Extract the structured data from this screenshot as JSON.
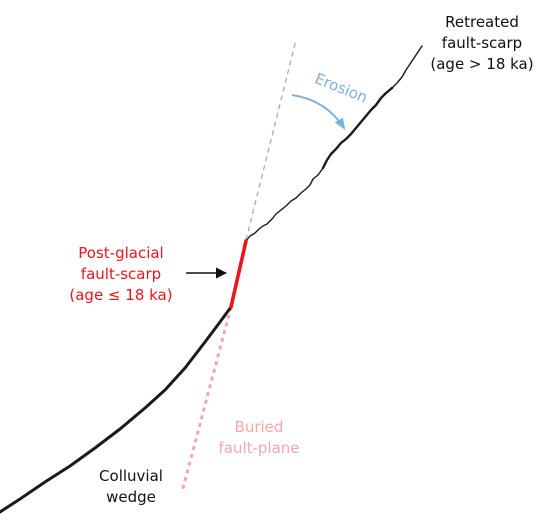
{
  "colors": {
    "fault_scarp": "#e8181c",
    "buried_plane": "#f5a8a8",
    "erosion": "#7fb2d9",
    "ground": "#1a1a1a",
    "projection": "#aaaaaa",
    "text": "#111111"
  },
  "labels": {
    "retreated": {
      "line1": "Retreated",
      "line2": "fault-scarp",
      "line3": "(age > 18 ka)"
    },
    "erosion": "Erosion",
    "post_glacial": {
      "line1": "Post-glacial",
      "line2": "fault-scarp",
      "line3": "(age ≤ 18 ka)"
    },
    "buried": {
      "line1": "Buried",
      "line2": "fault-plane"
    },
    "colluvial": {
      "line1": "Colluvial",
      "line2": "wedge"
    }
  }
}
